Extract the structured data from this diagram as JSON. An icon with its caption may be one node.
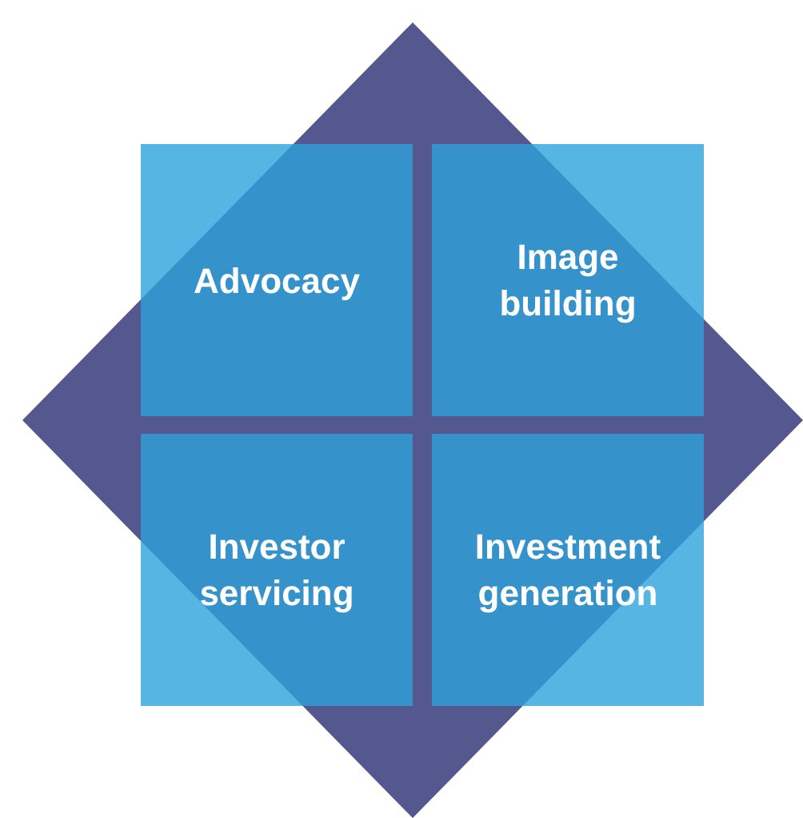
{
  "diagram": {
    "nodes": [
      {
        "text": [],
        "shape": "diamond"
      },
      {
        "text": [
          "Advocacy"
        ]
      },
      {
        "text": [
          "Image building"
        ]
      },
      {
        "text": [
          "Investor servicing"
        ]
      },
      {
        "text": [
          "Investment generation"
        ]
      }
    ]
  }
}
